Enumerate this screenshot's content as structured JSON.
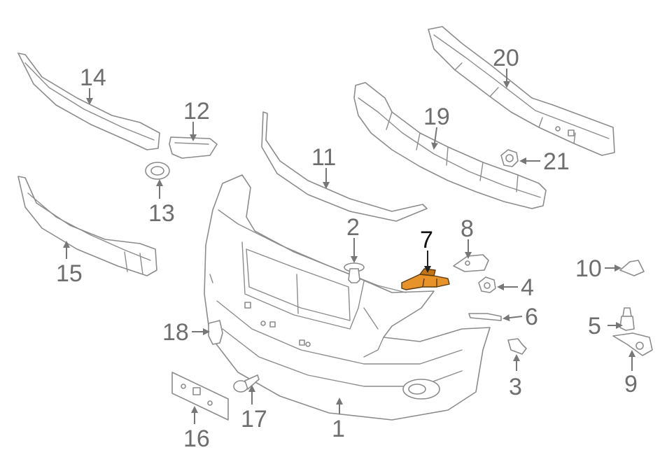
{
  "diagram": {
    "highlight_color": "#e8922a",
    "line_color": "#8c8c8c",
    "highlighted_part": "7",
    "callouts": [
      {
        "id": "p1",
        "label": "1"
      },
      {
        "id": "p2",
        "label": "2"
      },
      {
        "id": "p3",
        "label": "3"
      },
      {
        "id": "p4",
        "label": "4"
      },
      {
        "id": "p5",
        "label": "5"
      },
      {
        "id": "p6",
        "label": "6"
      },
      {
        "id": "p7",
        "label": "7"
      },
      {
        "id": "p8",
        "label": "8"
      },
      {
        "id": "p9",
        "label": "9"
      },
      {
        "id": "p10",
        "label": "10"
      },
      {
        "id": "p11",
        "label": "11"
      },
      {
        "id": "p12",
        "label": "12"
      },
      {
        "id": "p13",
        "label": "13"
      },
      {
        "id": "p14",
        "label": "14"
      },
      {
        "id": "p15",
        "label": "15"
      },
      {
        "id": "p16",
        "label": "16"
      },
      {
        "id": "p17",
        "label": "17"
      },
      {
        "id": "p18",
        "label": "18"
      },
      {
        "id": "p19",
        "label": "19"
      },
      {
        "id": "p20",
        "label": "20"
      },
      {
        "id": "p21",
        "label": "21"
      }
    ]
  }
}
